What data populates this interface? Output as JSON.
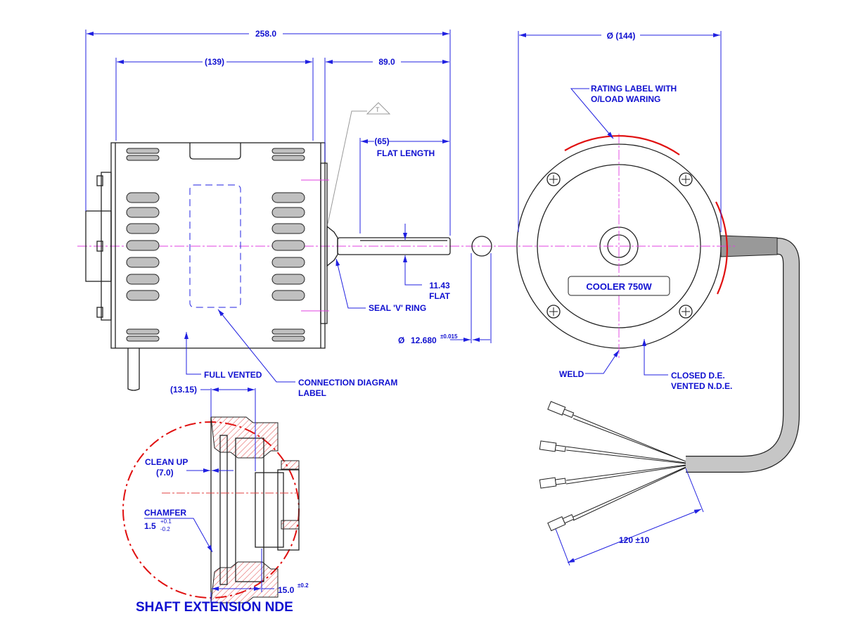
{
  "side_view": {
    "overall_length": "258.0",
    "body_length": "(139)",
    "shaft_length": "89.0",
    "flat_length_value": "(65)",
    "flat_length_label": "FLAT LENGTH",
    "triangle_symbol": "T",
    "flat_value": "11.43",
    "flat_label": "FLAT",
    "seal_label": "SEAL 'V' RING",
    "diameter_symbol": "Ø",
    "diameter_value": "12.680",
    "diameter_tol": "±0.015",
    "full_vented": "FULL VENTED",
    "connection_label_1": "CONNECTION DIAGRAM",
    "connection_label_2": "LABEL"
  },
  "detail": {
    "dim_13": "(13.15)",
    "clean_up": "CLEAN UP",
    "clean_up_value": "(7.0)",
    "chamfer": "CHAMFER",
    "chamfer_value": "1.5",
    "chamfer_tol_plus": "+0.1",
    "chamfer_tol_minus": "-0.2",
    "dim_15": "15.0",
    "dim_15_tol": "±0.2",
    "title": "SHAFT EXTENSION NDE"
  },
  "end_view": {
    "diameter": "Ø (144)",
    "rating_1": "RATING LABEL WITH",
    "rating_2": "O/LOAD WARING",
    "label_box": "COOLER 750W",
    "weld": "WELD",
    "closed_1": "CLOSED D.E.",
    "closed_2": "VENTED N.D.E.",
    "lead_length": "120 ±10"
  },
  "colors": {
    "dimension": "#1010d0",
    "centerline": "#e040e0",
    "highlight": "#e01010"
  }
}
